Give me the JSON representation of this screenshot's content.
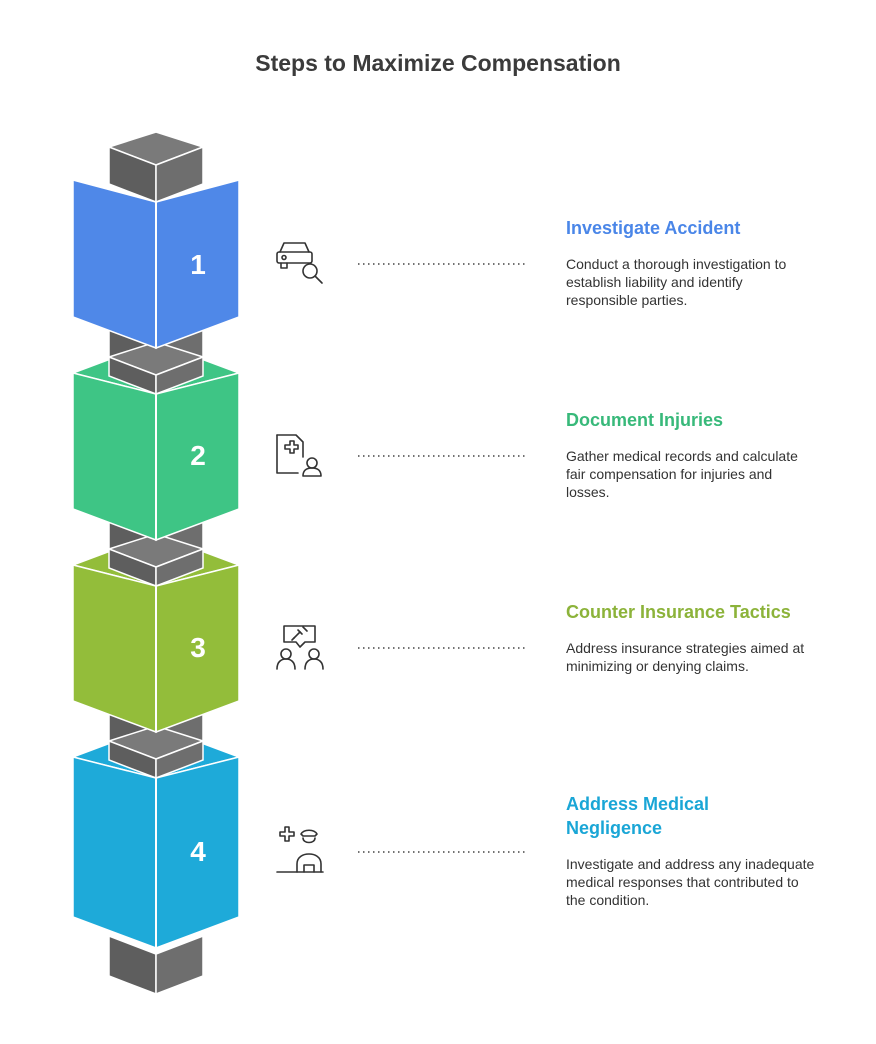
{
  "title": "Steps to Maximize Compensation",
  "colors": {
    "connector_top": "#7a7a7a",
    "connector_left": "#5e5e5e",
    "connector_right": "#6e6e6e",
    "text": "#3b3b3b"
  },
  "steps": [
    {
      "number": "1",
      "title": "Investigate Accident",
      "description": "Conduct a thorough investigation to establish liability and identify responsible parties.",
      "color": "#4f88e8",
      "title_color": "#4a86e8",
      "icon": "car-search-icon"
    },
    {
      "number": "2",
      "title": "Document Injuries",
      "description": "Gather medical records and calculate fair compensation for injuries and losses.",
      "color": "#3ec585",
      "title_color": "#38b97a",
      "icon": "medical-record-icon"
    },
    {
      "number": "3",
      "title": "Counter Insurance Tactics",
      "description": "Address insurance strategies aimed at minimizing or denying claims.",
      "color": "#93bd3a",
      "title_color": "#8cb33a",
      "icon": "negotiation-icon"
    },
    {
      "number": "4",
      "title": "Address Medical Negligence",
      "description": "Investigate and address any inadequate medical responses that contributed to the condition.",
      "color": "#1eaad9",
      "title_color": "#1aa6d6",
      "icon": "medical-professional-icon"
    }
  ]
}
